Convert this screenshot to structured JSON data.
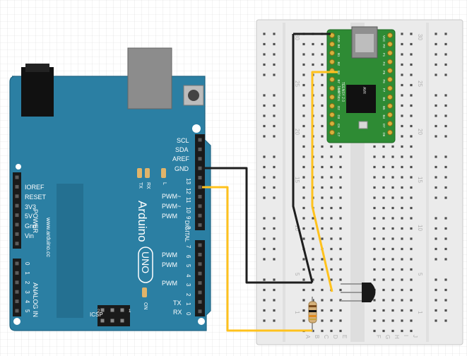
{
  "arduino": {
    "brand": "Arduino",
    "model": "UNO",
    "website": "www.arduino.cc",
    "right_header": [
      "SCL",
      "SDA",
      "AREF",
      "GND"
    ],
    "right_digital_numbers": [
      "13",
      "12",
      "11",
      "10",
      "9",
      "8",
      "7",
      "6",
      "5",
      "4",
      "3",
      "2",
      "1",
      "0"
    ],
    "pwm_label": "PWM",
    "pwm_minus": "PWM~",
    "digital_label": "DIGITAL",
    "left_power": [
      "IOREF",
      "RESET",
      "3V3",
      "5V",
      "Gnd",
      "Vin"
    ],
    "power_label": "POWER",
    "analog_label": "ANALOG IN",
    "analog_numbers": [
      "0",
      "1",
      "2",
      "3",
      "4",
      "5"
    ],
    "tx_label": "TX",
    "rx_label": "RX",
    "l_label": "L",
    "on_label": "ON",
    "icsp_label": "ICSP",
    "icsp_numbers": [
      "1",
      "2"
    ],
    "txrx_right": [
      "TX",
      "RX"
    ]
  },
  "breadboard": {
    "row_numbers": [
      "1",
      "5",
      "10",
      "15",
      "20",
      "25",
      "30"
    ],
    "column_letters": [
      "A",
      "B",
      "C",
      "D",
      "E",
      "F",
      "G",
      "H",
      "I",
      "J"
    ]
  },
  "trinket": {
    "lines": [
      "TEENSY 2.0",
      "16 MHz",
      "AVR"
    ],
    "pins_left": [
      "GND",
      "B0",
      "B1",
      "B2",
      "B3",
      "B7",
      "D0",
      "D1",
      "D2",
      "D3",
      "C6",
      "C7"
    ],
    "pins_right": [
      "VCC",
      "F0",
      "F1",
      "F4",
      "F5",
      "F6",
      "F7",
      "B6",
      "B5",
      "B4",
      "D7",
      "D6"
    ]
  },
  "colors": {
    "board_teal": "#2b7fa3",
    "board_edge": "#1f6584",
    "breadboard": "#ebebeb",
    "pcb_green": "#2e8b34",
    "wire_black": "#1e1e1e",
    "wire_yellow": "#ffc21d",
    "grid_line": "#d6d6d6"
  }
}
